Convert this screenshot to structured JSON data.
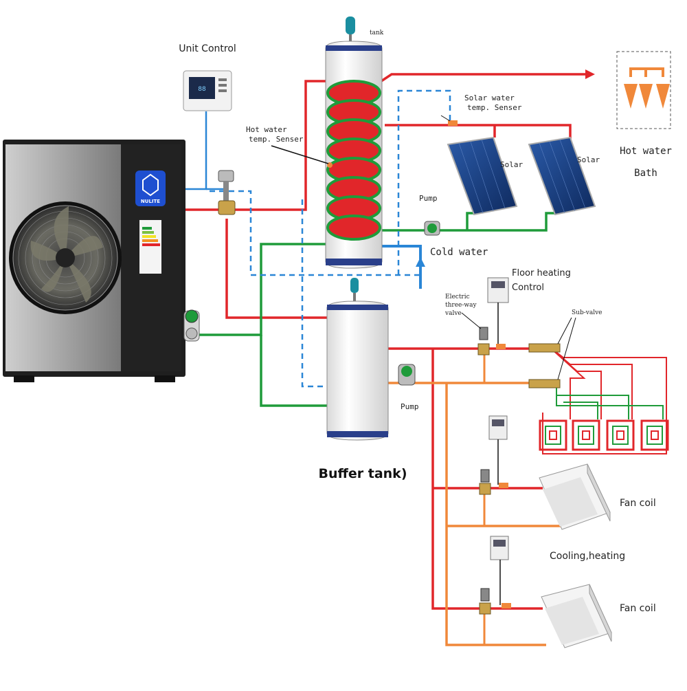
{
  "labels": {
    "unit_control": "Unit Control",
    "tank": "tank",
    "hot_water_sensor_1": "Hot water",
    "hot_water_sensor_2": "temp. Senser",
    "solar_sensor_1": "Solar water",
    "solar_sensor_2": "temp. Senser",
    "solar_1": "Solar",
    "solar_2": "Solar",
    "hot_water_bath_1": "Hot water",
    "hot_water_bath_2": "Bath",
    "pump_top": "Pump",
    "cold_water": "Cold water",
    "floor_heating_1": "Floor heating",
    "floor_heating_2": "Control",
    "electric_valve_1": "Electric",
    "electric_valve_2": "three-way",
    "electric_valve_3": "valve",
    "sub_valve": "Sub-valve",
    "pump_buffer": "Pump",
    "buffer_tank": "Buffer tank)",
    "fan_coil_1": "Fan coil",
    "cooling_heating": "Cooling,heating",
    "fan_coil_2": "Fan coil",
    "brand": "NULITE"
  },
  "colors": {
    "hot_pipe": "#e1262a",
    "return_pipe": "#1f9b3a",
    "cold_pipe": "#2a86d6",
    "distribution_return": "#f0883a",
    "unit_body": "#2b2b2b",
    "brand_badge": "#1e4fd0"
  }
}
